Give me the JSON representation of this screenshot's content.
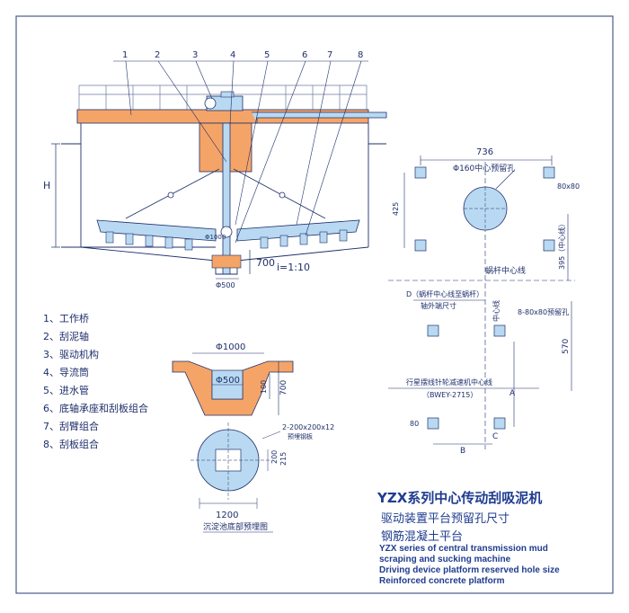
{
  "part_numbers": [
    "1",
    "2",
    "3",
    "4",
    "5",
    "6",
    "7",
    "8"
  ],
  "legend": [
    "1、工作桥",
    "2、刮泥轴",
    "3、驱动机构",
    "4、导流筒",
    "5、进水管",
    "6、底轴承座和刮板组合",
    "7、刮臂组合",
    "8、刮板组合"
  ],
  "left_dims": {
    "h": "H",
    "dia1000_small": "Φ1000",
    "dim700": "700",
    "slope": "i=1:10",
    "dia500_small": "Φ500"
  },
  "plan_dims": {
    "width736": "736",
    "hole160": "Φ160中心预留孔",
    "sq80x80": "80x80",
    "h425": "425",
    "h395": "395（中心线）",
    "worm_axis": "蜗杆中心线",
    "d_label": "D（蜗杆中心线至蜗杆）",
    "shaft_out": "轴外端尺寸",
    "center_line": "中心线",
    "holes_8": "8-80x80预留孔",
    "h570": "570",
    "planet_line": "行星摆线针轮减速机中心线",
    "model": "（BWEY-2715）",
    "a": "A",
    "b": "B",
    "c": "C",
    "w80": "80"
  },
  "section_dims": {
    "dia1000": "Φ1000",
    "dia500": "Φ500",
    "h700": "700",
    "h100": "100"
  },
  "bottom_plan": {
    "plate": "2-200x200x12",
    "plate_label": "预埋钢板",
    "d200": "200",
    "d215": "215",
    "w1200": "1200",
    "caption": "沉淀池底部预埋图"
  },
  "titles": {
    "zh_main": "YZX系列中心传动刮吸泥机",
    "zh_sub1": "驱动装置平台预留孔尺寸",
    "zh_sub2": "钢筋混凝土平台",
    "en1": "YZX series of central transmission mud",
    "en2": "scraping and sucking machine",
    "en3": "Driving device platform reserved hole size",
    "en4": "Reinforced concrete platform"
  },
  "colors": {
    "line": "#1f2f6b",
    "concrete": "#f5a467",
    "steel": "#b9d9f2",
    "frame": "#4a5c8c"
  }
}
